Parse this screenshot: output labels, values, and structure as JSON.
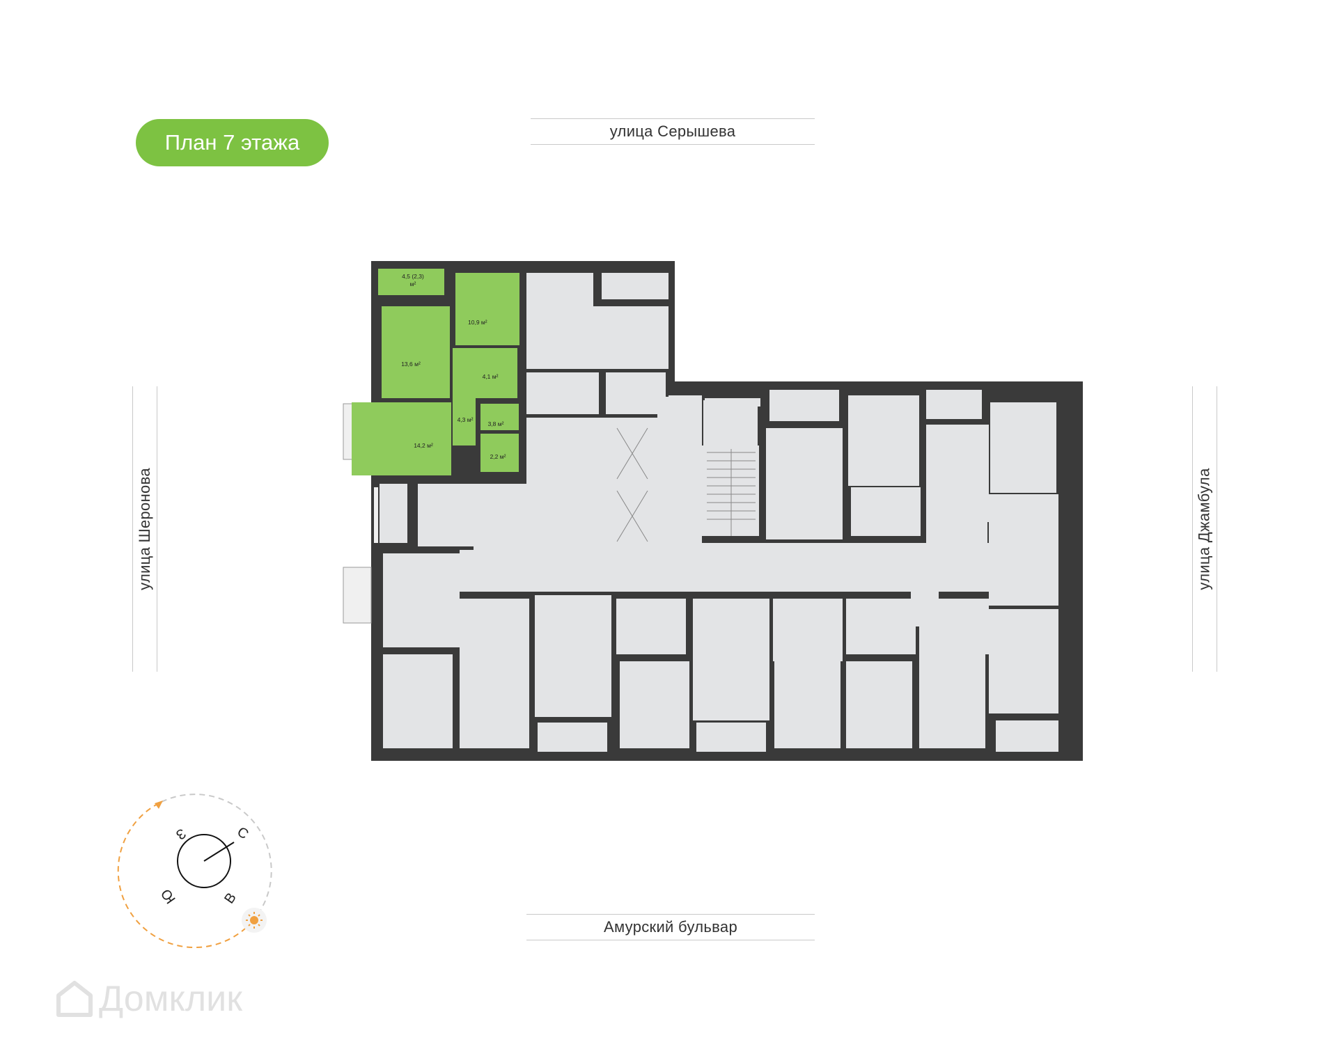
{
  "floor_badge": "План 7 этажа",
  "streets": {
    "north": "улица Серышева",
    "south": "Амурский бульвар",
    "west": "улица Шеронова",
    "east": "улица Джамбула"
  },
  "highlighted_apartment": {
    "accent_color": "#7dc242",
    "rooms": [
      {
        "id": "balcony",
        "label": "4,5 (2,3)",
        "unit": "м²"
      },
      {
        "id": "room-1",
        "label": "10,9 м²"
      },
      {
        "id": "room-2",
        "label": "13,6 м²"
      },
      {
        "id": "bath",
        "label": "4,1 м²"
      },
      {
        "id": "hall",
        "label": "4,3 м²"
      },
      {
        "id": "wc",
        "label": "3,8 м²"
      },
      {
        "id": "kitchen",
        "label": "14,2 м²"
      },
      {
        "id": "storage",
        "label": "2,2 м²"
      }
    ]
  },
  "compass": {
    "north": "С",
    "east": "В",
    "south": "Ю",
    "west": "З",
    "sun_icon": "sun-icon"
  },
  "watermark": "Домклик",
  "colors": {
    "wall": "#3a3a3a",
    "room_fill": "#e3e4e6",
    "highlight": "#7dc242",
    "compass_arc": "#f0a040"
  }
}
